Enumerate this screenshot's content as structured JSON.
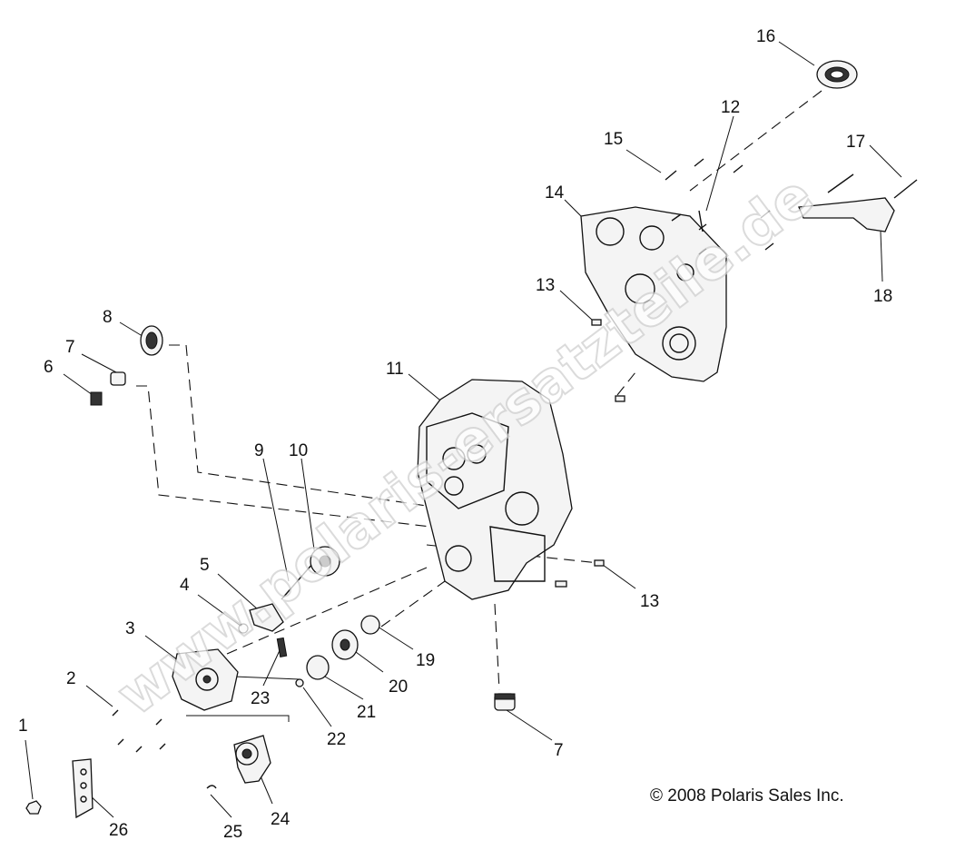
{
  "diagram": {
    "copyright": "© 2008 Polaris Sales Inc.",
    "watermark": "www.polaris-ersatzteile.de",
    "callouts": {
      "c1": "1",
      "c2": "2",
      "c3": "3",
      "c4": "4",
      "c5": "5",
      "c6": "6",
      "c7a": "7",
      "c7b": "7",
      "c8": "8",
      "c9": "9",
      "c10": "10",
      "c11": "11",
      "c12": "12",
      "c13a": "13",
      "c13b": "13",
      "c14": "14",
      "c15": "15",
      "c16": "16",
      "c17": "17",
      "c18": "18",
      "c19": "19",
      "c20": "20",
      "c21": "21",
      "c22": "22",
      "c23": "23",
      "c24": "24",
      "c25": "25",
      "c26": "26"
    }
  }
}
